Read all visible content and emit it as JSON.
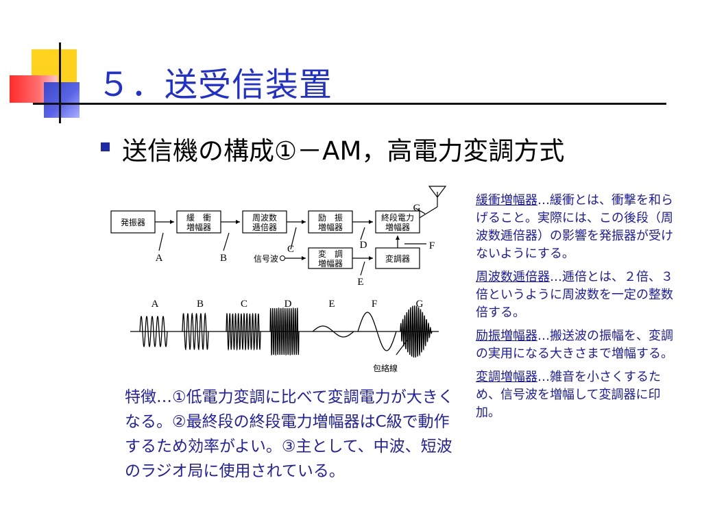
{
  "slide": {
    "title": "５．送受信装置",
    "subtitle": "送信機の構成①－AM，高電力変調方式"
  },
  "diagram": {
    "blocks": {
      "oscillator": "発振器",
      "buffer": [
        "緩　衝",
        "増幅器"
      ],
      "multiplier": [
        "周波数",
        "逓倍器"
      ],
      "exciter": [
        "励　振",
        "増幅器"
      ],
      "final_amp": [
        "終段電力",
        "増幅器"
      ],
      "mod_amp": [
        "変　調",
        "増幅器"
      ],
      "modulator": "変調器"
    },
    "signal_label": "信号波",
    "envelope_label": "包絡線",
    "point_labels": {
      "A": "A",
      "B": "B",
      "C": "C",
      "D": "D",
      "E": "E",
      "F": "F",
      "G": "G"
    },
    "waveform_labels": [
      "A",
      "B",
      "C",
      "D",
      "E",
      "F",
      "G"
    ]
  },
  "features_text": "特徴…①低電力変調に比べて変調電力が大きくなる。②最終段の終段電力増幅器はC級で動作するため効率がよい。③主として、中波、短波のラジオ局に使用されている。",
  "notes": [
    {
      "term": "緩衝増幅器",
      "desc": "…緩衝とは、衝撃を和らげること。実際には、この後段（周波数逓倍器）の影響を発振器が受けないようにする。"
    },
    {
      "term": "周波数逓倍器",
      "desc": "…逓倍とは、２倍、３倍というように周波数を一定の整数倍する。"
    },
    {
      "term": "励振増幅器",
      "desc": "…搬送波の振幅を、変調の実用になる大きさまで増幅する。"
    },
    {
      "term": "変調増幅器",
      "desc": "…雑音を小さくするため、信号波を増幅して変調器に印加。"
    }
  ],
  "colors": {
    "title": "#2030d0",
    "body_text": "#2020a8",
    "bullet": "#1f2aa8"
  }
}
